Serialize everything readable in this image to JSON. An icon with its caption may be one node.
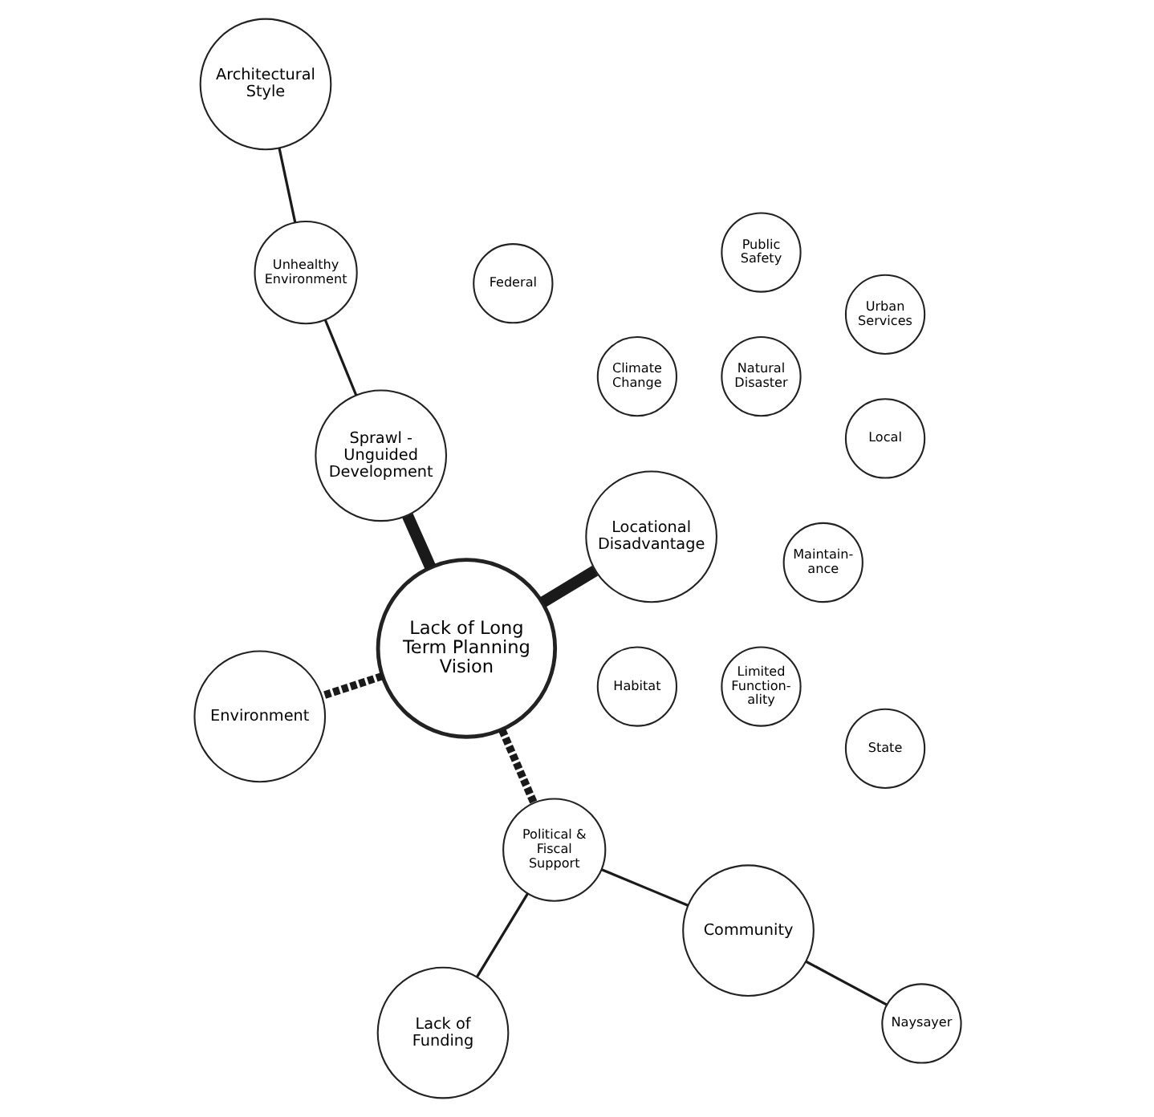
{
  "diagram": {
    "nodes": [
      {
        "text": [
          "Lack of Long Term Planning Vision"
        ]
      },
      {
        "text": [
          "Sprawl - Unguided Development"
        ]
      },
      {
        "text": [
          "Environment"
        ]
      },
      {
        "text": [
          "Natural Disaster"
        ]
      },
      {
        "text": [
          "Climate Change"
        ]
      },
      {
        "text": [
          "Habitat"
        ]
      },
      {
        "text": [
          "Unhealthy Environment"
        ]
      },
      {
        "text": [
          "Limited Function-ality"
        ]
      },
      {
        "text": [
          "Maintain-ance"
        ]
      },
      {
        "text": [
          "Architectural Style"
        ]
      },
      {
        "text": [
          "Community"
        ]
      },
      {
        "text": [
          "Political & Fiscal Support"
        ]
      },
      {
        "text": [
          "Naysayer"
        ]
      },
      {
        "text": [
          "Lack of Funding"
        ]
      },
      {
        "text": [
          "Locational Disadvantage"
        ]
      },
      {
        "text": [
          "Federal"
        ]
      },
      {
        "text": [
          "State"
        ]
      },
      {
        "text": [
          "Local"
        ]
      },
      {
        "text": [
          "Urban Services"
        ]
      },
      {
        "text": [
          "Public Safety"
        ]
      }
    ],
    "edges": [
      {
        "from": 0,
        "to": 1,
        "arrow": "none",
        "style": "thick"
      },
      {
        "from": 0,
        "to": 2,
        "arrow": "none",
        "style": "dashed"
      },
      {
        "from": 0,
        "to": 11,
        "arrow": "none",
        "style": "dashed"
      },
      {
        "from": 0,
        "to": 14,
        "arrow": "none",
        "style": "thick"
      },
      {
        "from": 1,
        "to": 6,
        "arrow": "none"
      },
      {
        "from": 6,
        "to": 9,
        "arrow": "none"
      },
      {
        "from": 11,
        "to": 10,
        "arrow": "none"
      },
      {
        "from": 10,
        "to": 12,
        "arrow": "none"
      },
      {
        "from": 11,
        "to": 13,
        "arrow": "none"
      }
    ]
  }
}
